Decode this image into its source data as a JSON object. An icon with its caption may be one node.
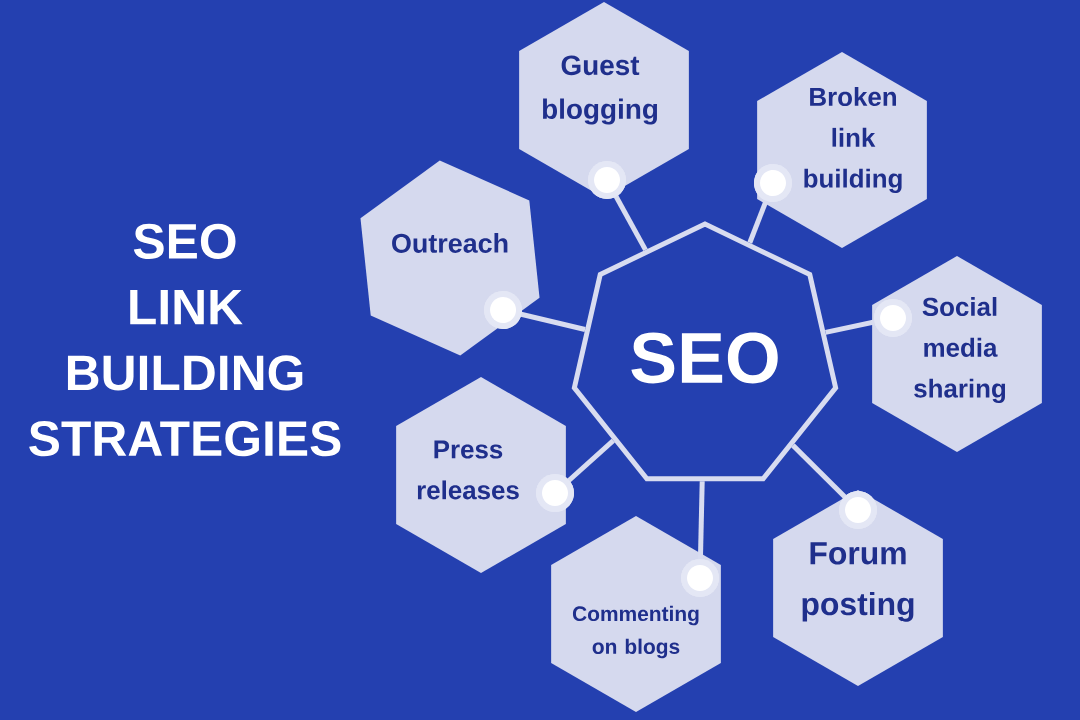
{
  "diagram": {
    "title": "SEO LINK BUILDING STRATEGIES",
    "nodes": [
      {
        "text": [
          "SEO"
        ]
      },
      {
        "text": [
          "Guest blogging"
        ]
      },
      {
        "text": [
          "Broken link building"
        ]
      },
      {
        "text": [
          "Outreach"
        ]
      },
      {
        "text": [
          "Social media sharing"
        ]
      },
      {
        "text": [
          "Press releases"
        ]
      },
      {
        "text": [
          "Forum posting"
        ]
      },
      {
        "text": [
          "Commenting on blogs"
        ]
      }
    ],
    "edges": [
      {
        "from": 1,
        "to": 0,
        "arrow": "none"
      },
      {
        "from": 2,
        "to": 0,
        "arrow": "none"
      },
      {
        "from": 3,
        "to": 0,
        "arrow": "none"
      },
      {
        "from": 4,
        "to": 0,
        "arrow": "none"
      },
      {
        "from": 5,
        "to": 0,
        "arrow": "none"
      },
      {
        "from": 6,
        "to": 0,
        "arrow": "none"
      },
      {
        "from": 7,
        "to": 0,
        "arrow": "none"
      }
    ]
  }
}
